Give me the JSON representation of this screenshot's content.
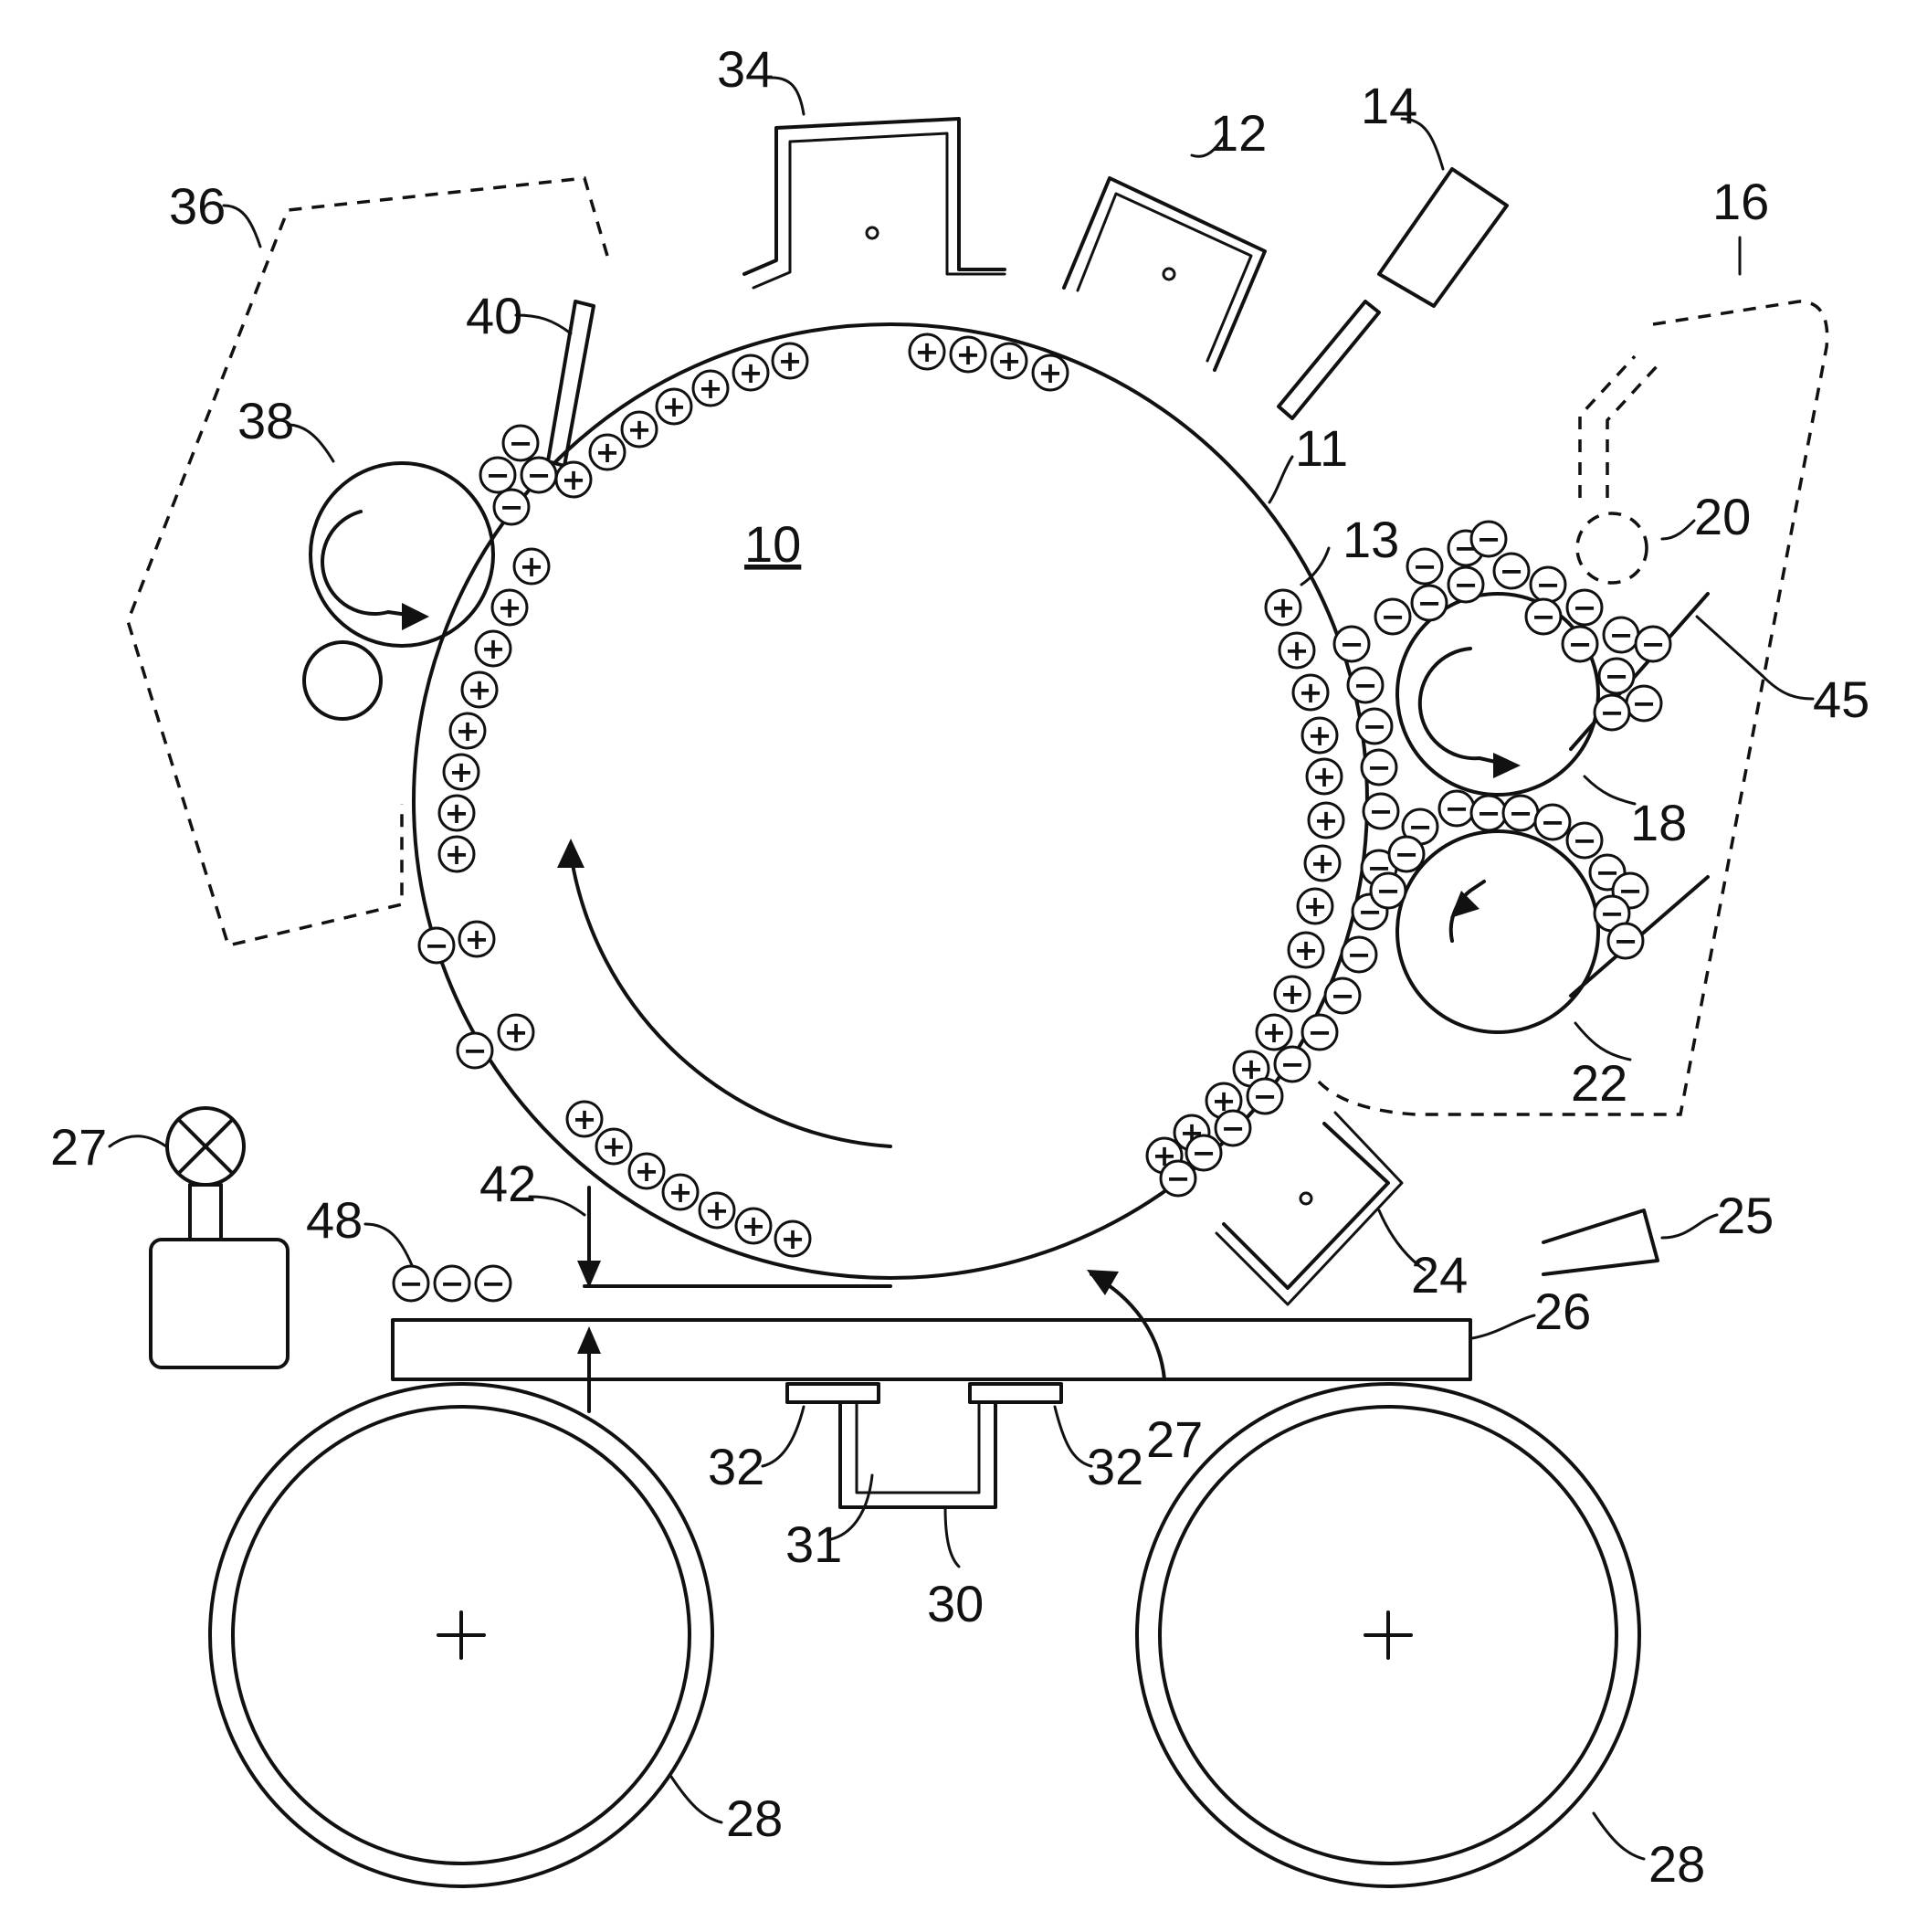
{
  "labels": {
    "drum": "10",
    "drum_surface": "11",
    "charger": "12",
    "exposure": "14",
    "dev_unit": "16",
    "dev_roller_1": "18",
    "supply_roller": "20",
    "dev_roller_2": "22",
    "post_dev_charger": "24",
    "guide": "25",
    "sheet": "26",
    "nip_arrow": "27",
    "lamp": "27",
    "belt_rollers_left": "28",
    "belt_rollers_right": "28",
    "transfer_frame": "30",
    "transfer_inner": "31",
    "transfer_pad_left": "32",
    "transfer_pad_right": "32",
    "pre_clean_charger": "34",
    "cleaning_unit": "36",
    "cleaning_roller": "38",
    "blade": "40",
    "gap": "42",
    "layer": "45",
    "toner_on_sheet": "48",
    "particle_13": "13"
  },
  "symbols": {
    "plus": "+",
    "minus": "−"
  }
}
